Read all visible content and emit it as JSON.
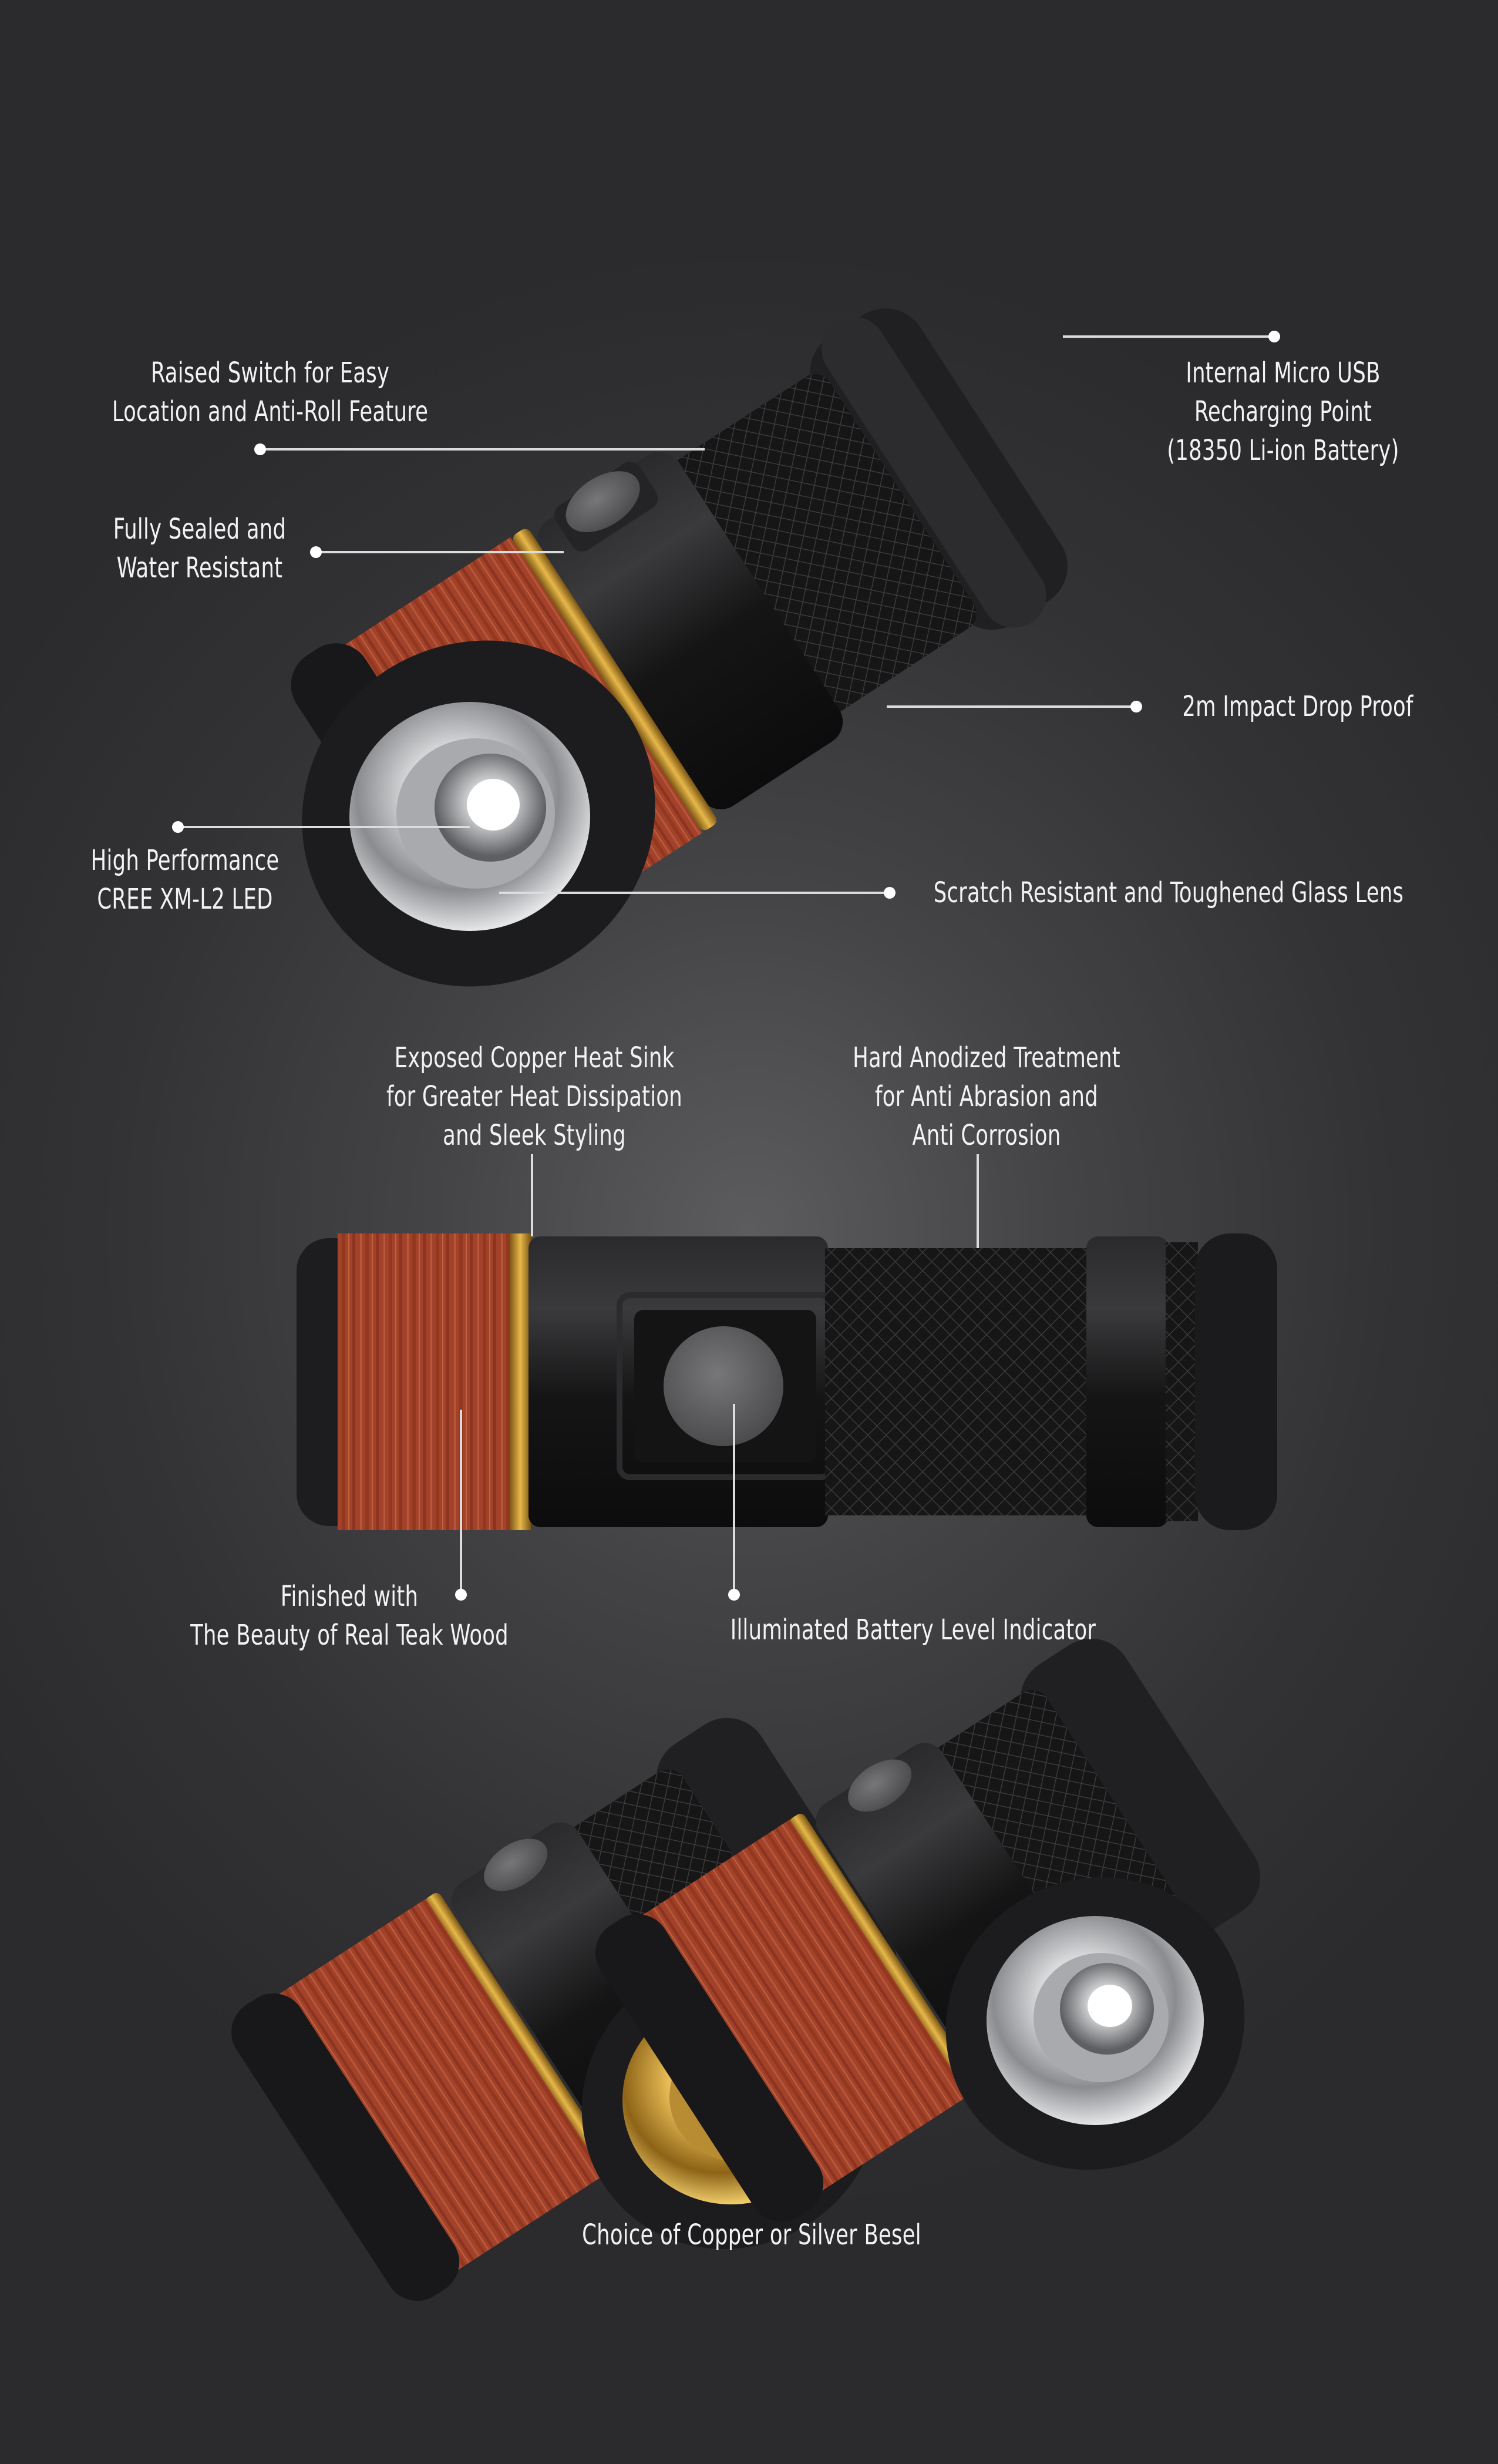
{
  "colors": {
    "background": "#333335",
    "leader_line": "#dcdcdc",
    "label_text": "#f2f2f2",
    "body_black": "#1b1b1c",
    "teak": "#a8452a",
    "brass": "#c9952e",
    "chrome": "#d9dadc"
  },
  "callouts": {
    "raised_switch": "Raised Switch for Easy\nLocation and Anti-Roll Feature",
    "micro_usb": "Internal Micro USB\nRecharging Point\n(18350 Li-ion Battery)",
    "sealed": "Fully Sealed and\nWater Resistant",
    "drop_proof": "2m Impact Drop Proof",
    "cree_led": "High Performance\nCREE XM-L2 LED",
    "glass_lens": "Scratch Resistant and Toughened Glass Lens",
    "copper_heat_sink": "Exposed Copper Heat Sink\nfor Greater Heat Dissipation\nand Sleek Styling",
    "hard_anodized": "Hard Anodized Treatment\nfor Anti Abrasion and\nAnti Corrosion",
    "teak_wood": "Finished with\nThe Beauty of Real Teak Wood",
    "battery_indicator": "Illuminated Battery Level Indicator",
    "bezel_choice": "Choice of Copper or Silver Besel"
  },
  "icons": [
    "flashlight-angled-illustration",
    "flashlight-side-illustration",
    "flashlight-copper-bezel-illustration",
    "flashlight-silver-bezel-illustration"
  ]
}
